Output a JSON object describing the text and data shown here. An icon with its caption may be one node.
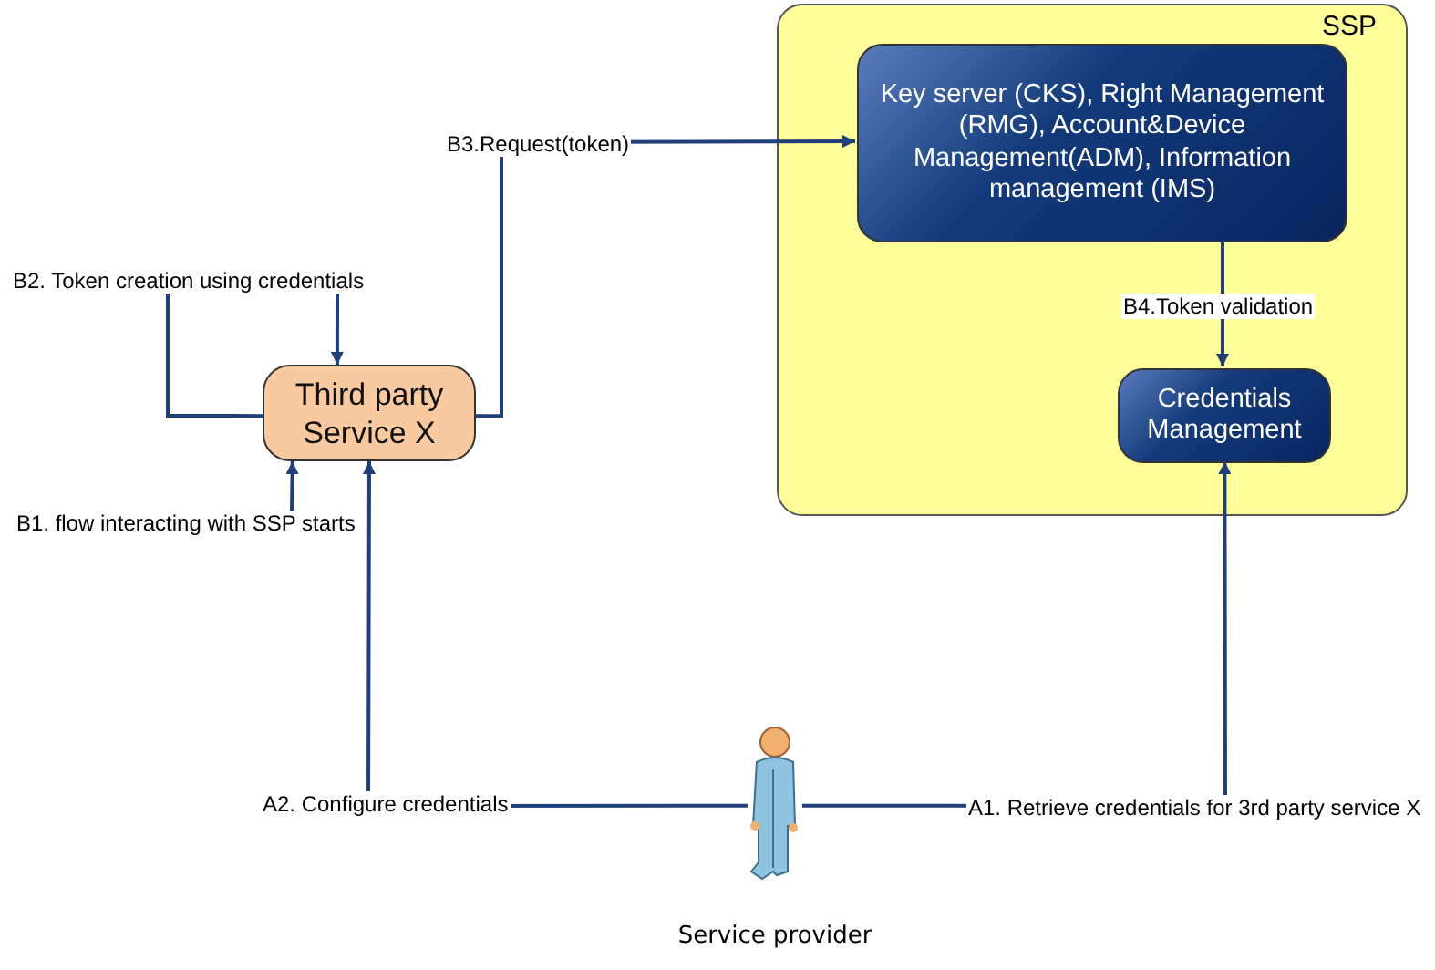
{
  "diagram": {
    "nodes": [
      {
        "text": [
          "SSP"
        ]
      },
      {
        "text": [
          "Key server (CKS), Right Management (RMG), Account&Device Management(ADM), Information management (IMS)"
        ],
        "in": 0
      },
      {
        "text": [
          "Credentials Management"
        ],
        "in": 0
      },
      {
        "text": [
          "Third party Service X"
        ]
      },
      {
        "text": [],
        "shape": "person",
        "beside": [
          "Service provider"
        ]
      }
    ],
    "edges": [
      {
        "from": 4,
        "to": 3,
        "arrow": "to",
        "label": "A2. Configure credentials"
      },
      {
        "from": 4,
        "to": 2,
        "arrow": "to",
        "label": "A1. Retrieve credentials for 3rd party service X"
      },
      {
        "from": 3,
        "to": 1,
        "arrow": "to",
        "label": "B3.Request(token)"
      },
      {
        "from": 3,
        "to": 3,
        "arrow": "to",
        "label": "B2. Token creation using credentials"
      },
      {
        "from": null,
        "to": 3,
        "arrow": "to",
        "label": "B1. flow interacting with SSP starts"
      },
      {
        "from": 1,
        "to": 2,
        "arrow": "to",
        "label": "B4.Token validation"
      }
    ]
  }
}
